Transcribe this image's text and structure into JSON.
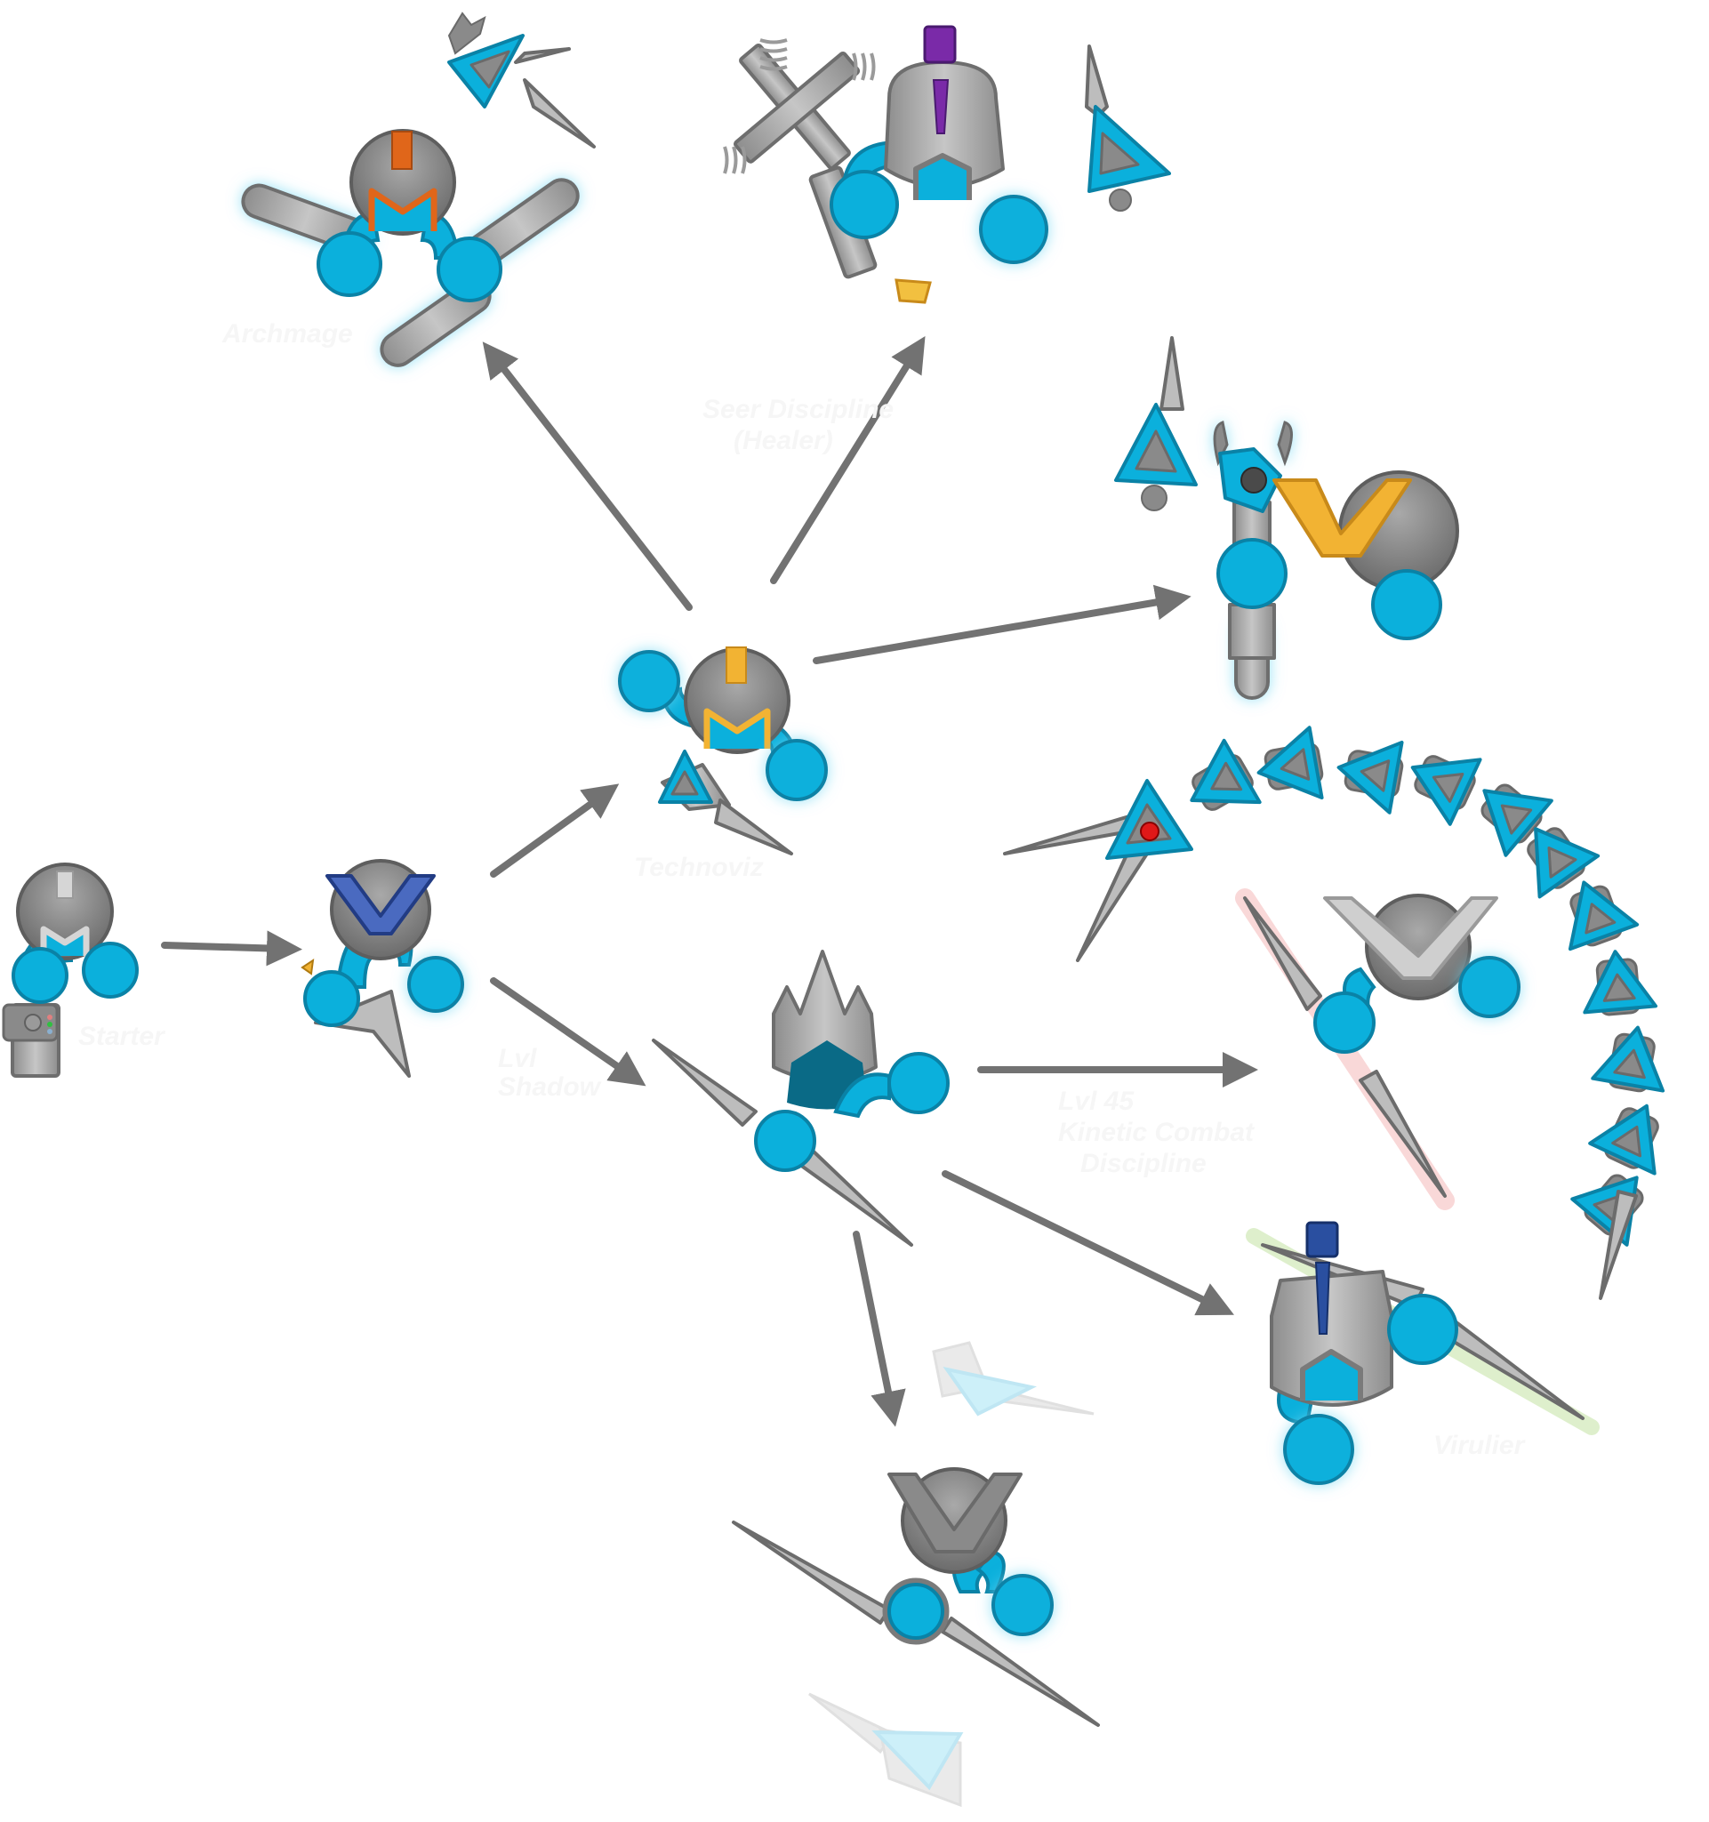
{
  "diagram": {
    "type": "class-progression-tree",
    "background_color": "#ffffff",
    "colors": {
      "arm_blue": "#0bb0dc",
      "arm_outline": "#0a82a6",
      "helmet_gray": "#7a7a7a",
      "arrow_gray": "#727272",
      "starter_trim": "#d6d6d6",
      "shadow_trim": "#3b5db0",
      "seer_trim": "#f2b333",
      "archmage_trim": "#e0661a",
      "vindicator_trim": "#2a4fa0",
      "healer_trim": "#6a2a9a",
      "kinetic_trim": "#f2b333",
      "blade_glow_red": "#f5a0a0",
      "blade_glow_green": "#a8dc70"
    },
    "nodes": [
      {
        "id": "starter",
        "label": "Starter"
      },
      {
        "id": "shadow",
        "label": "Shadow"
      },
      {
        "id": "technoviz",
        "label": "Technoviz"
      },
      {
        "id": "archmage",
        "label": "Archmage"
      },
      {
        "id": "seer",
        "label": "Seer Discipline (Healer)"
      },
      {
        "id": "kinetic",
        "label": "Lvl 45 Kinetic Combat Discipline"
      },
      {
        "id": "scorpion",
        "label": ""
      },
      {
        "id": "warrior",
        "label": ""
      },
      {
        "id": "virulier",
        "label": "Virulier"
      },
      {
        "id": "assassin",
        "label": ""
      },
      {
        "id": "blade_master",
        "label": ""
      }
    ],
    "edges": [
      {
        "from": "starter",
        "to": "shadow"
      },
      {
        "from": "shadow",
        "to": "technoviz"
      },
      {
        "from": "shadow",
        "to": "blade_master"
      },
      {
        "from": "technoviz",
        "to": "archmage"
      },
      {
        "from": "technoviz",
        "to": "seer"
      },
      {
        "from": "technoviz",
        "to": "kinetic"
      },
      {
        "from": "blade_master",
        "to": "warrior"
      },
      {
        "from": "blade_master",
        "to": "virulier"
      },
      {
        "from": "blade_master",
        "to": "assassin"
      }
    ],
    "labels": {
      "starter": "Starter",
      "technoviz": "Technoviz",
      "shadow_line1": "Lvl",
      "shadow_line2": "Shadow",
      "archmage": "Archmage",
      "seer_line1": "Seer Discipline",
      "seer_line2": "(Healer)",
      "kinetic_line1": "Lvl 45",
      "kinetic_line2": "Kinetic Combat",
      "kinetic_line3": "Discipline",
      "virulier": "Virulier"
    }
  }
}
